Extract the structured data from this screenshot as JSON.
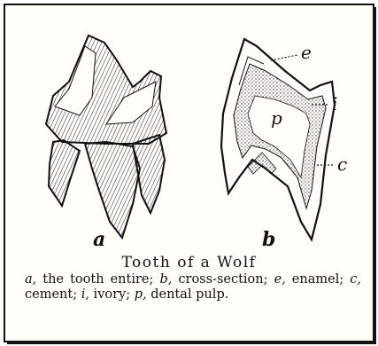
{
  "figure": {
    "labels": {
      "tooth_a": "a",
      "tooth_b": "b",
      "enamel": "e",
      "ivory": "i",
      "cement": "c",
      "pulp": "p"
    },
    "title": "Tooth of a Wolf",
    "legend": [
      {
        "key": "a,",
        "text": " the tooth entire; "
      },
      {
        "key": "b,",
        "text": " cross-section; "
      },
      {
        "key": "e,",
        "text": " enamel; "
      },
      {
        "key": "c,",
        "text": " cement; "
      },
      {
        "key": "i,",
        "text": " ivory; "
      },
      {
        "key": "p,",
        "text": " dental pulp."
      }
    ],
    "colors": {
      "ink": "#111111",
      "paper": "#fffef9"
    }
  }
}
